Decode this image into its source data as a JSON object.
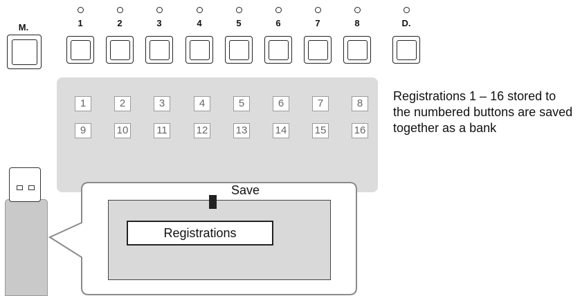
{
  "buttons": {
    "memory": "M.",
    "numbers": [
      "1",
      "2",
      "3",
      "4",
      "5",
      "6",
      "7",
      "8"
    ],
    "d": "D."
  },
  "bank": {
    "row1": [
      "1",
      "2",
      "3",
      "4",
      "5",
      "6",
      "7",
      "8"
    ],
    "row2": [
      "9",
      "10",
      "11",
      "12",
      "13",
      "14",
      "15",
      "16"
    ]
  },
  "caption": "Registrations 1 – 16 stored to the numbered buttons are saved together as a bank",
  "arrow_label": "Save",
  "storage_label": "Registrations",
  "icons": {
    "led": "led-indicator-icon",
    "arrow": "arrow-down-icon",
    "usb": "usb-flash-drive-icon"
  },
  "colors": {
    "panel": "#dcdcdc",
    "storage": "#d9d9d9",
    "usb_body": "#c9c9c9"
  }
}
